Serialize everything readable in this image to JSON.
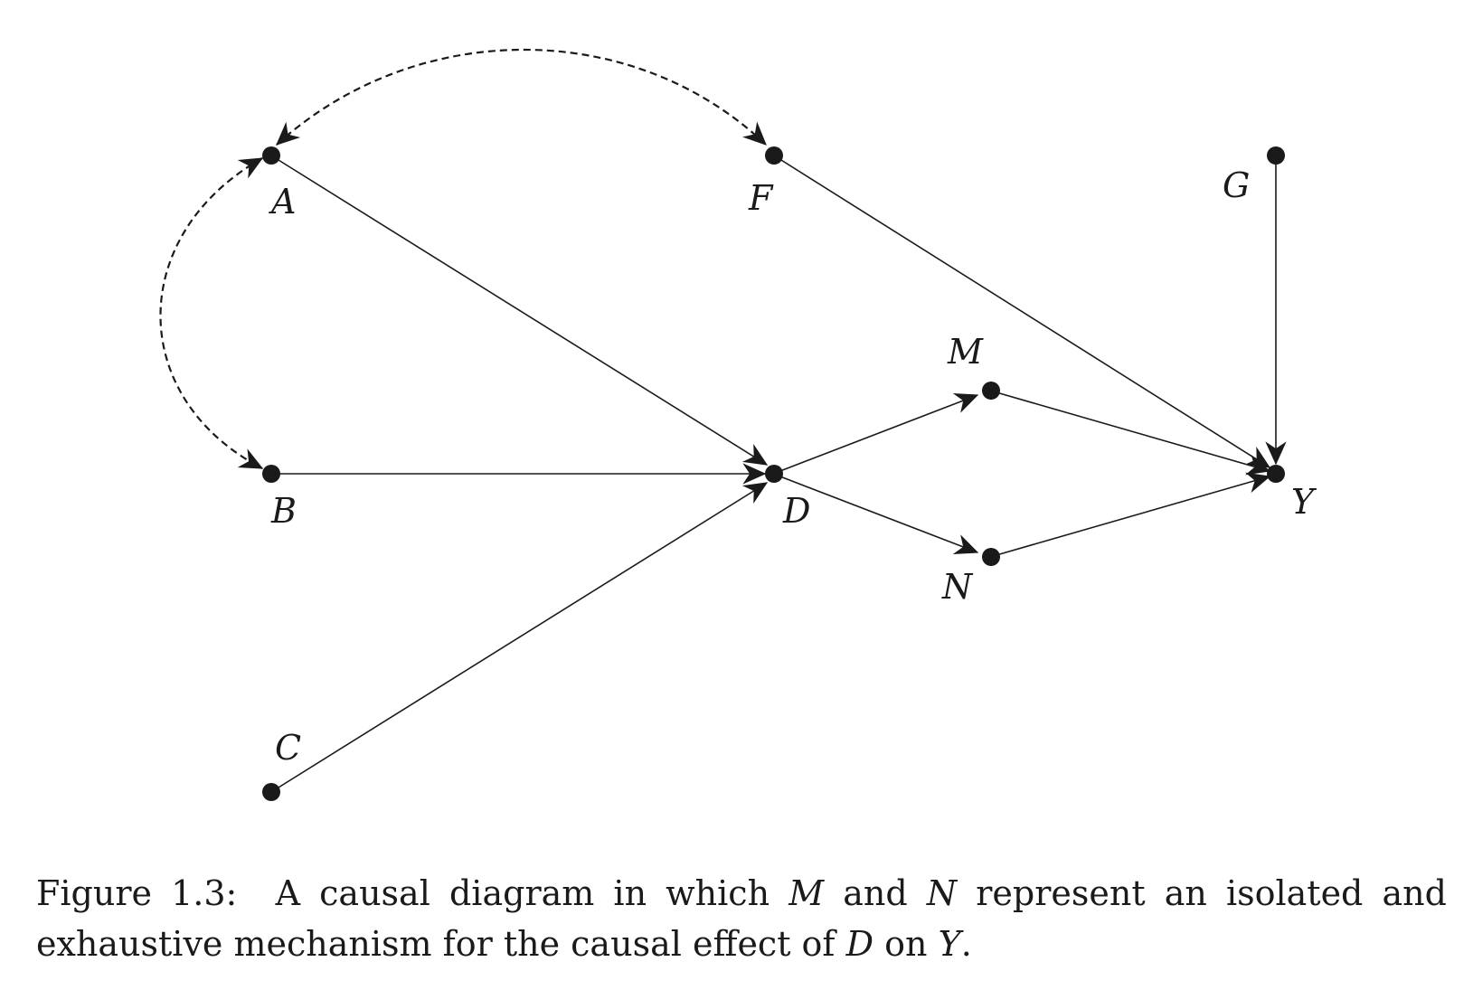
{
  "nodes": [
    {
      "id": "A",
      "label": "A"
    },
    {
      "id": "B",
      "label": "B"
    },
    {
      "id": "C",
      "label": "C"
    },
    {
      "id": "D",
      "label": "D"
    },
    {
      "id": "F",
      "label": "F"
    },
    {
      "id": "G",
      "label": "G"
    },
    {
      "id": "M",
      "label": "M"
    },
    {
      "id": "N",
      "label": "N"
    },
    {
      "id": "Y",
      "label": "Y"
    }
  ],
  "edges": [
    {
      "from": "A",
      "to": "D",
      "style": "solid",
      "directed": true
    },
    {
      "from": "B",
      "to": "D",
      "style": "solid",
      "directed": true
    },
    {
      "from": "C",
      "to": "D",
      "style": "solid",
      "directed": true
    },
    {
      "from": "D",
      "to": "M",
      "style": "solid",
      "directed": true
    },
    {
      "from": "D",
      "to": "N",
      "style": "solid",
      "directed": true
    },
    {
      "from": "M",
      "to": "Y",
      "style": "solid",
      "directed": true
    },
    {
      "from": "N",
      "to": "Y",
      "style": "solid",
      "directed": true
    },
    {
      "from": "F",
      "to": "Y",
      "style": "solid",
      "directed": true
    },
    {
      "from": "G",
      "to": "Y",
      "style": "solid",
      "directed": true
    },
    {
      "from": "A",
      "to": "F",
      "style": "dashed",
      "directed": "bidirected"
    },
    {
      "from": "A",
      "to": "B",
      "style": "dashed",
      "directed": "bidirected"
    }
  ],
  "caption": {
    "prefix": "Figure 1.3:",
    "text_1": "A causal diagram in which",
    "var_1": "M",
    "text_2": "and",
    "var_2": "N",
    "text_3": "represent an isolated and exhaustive mechanism for the causal effect of",
    "var_3": "D",
    "text_4": "on",
    "var_4": "Y",
    "text_5": "."
  }
}
